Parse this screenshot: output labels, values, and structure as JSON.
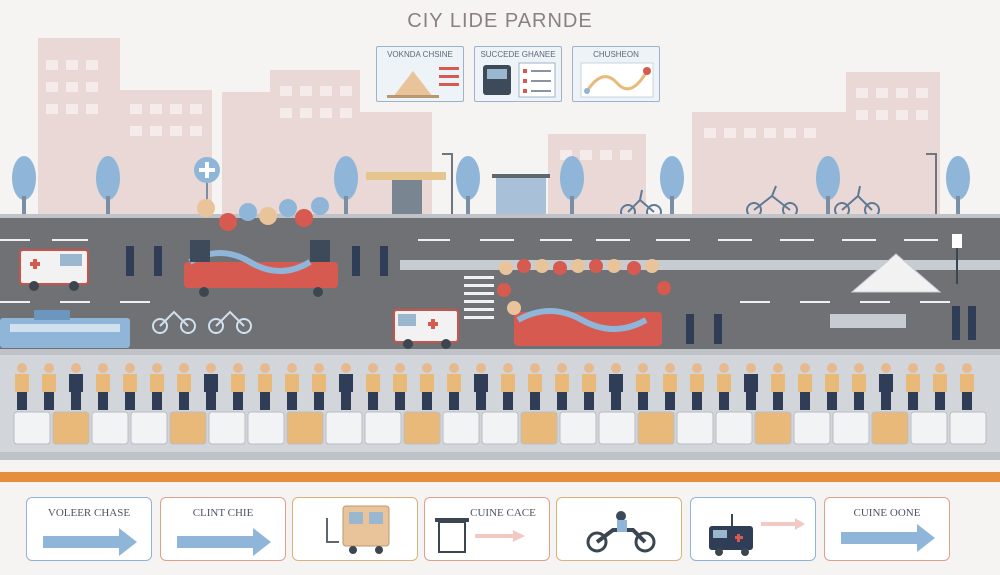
{
  "title": "CIY LIDE PARNDE",
  "top_cards": [
    {
      "label": "VOKNDA CHSINE",
      "icon": "tent-icon"
    },
    {
      "label": "SUCCEDE GHANEE",
      "icon": "van-checklist-icon"
    },
    {
      "label": "CHUSHEON",
      "icon": "route-map-icon"
    }
  ],
  "bottom_cards": [
    {
      "label": "VOLEER CHASE",
      "icon": "arrow-right-icon",
      "border": "#8fb4d6"
    },
    {
      "label": "CLINT CHIE",
      "icon": "arrow-right-icon",
      "border": "#e2a08c"
    },
    {
      "label": "",
      "icon": "food-cart-icon",
      "border": "#d7b37a"
    },
    {
      "label": "CUINE CACE",
      "icon": "trash-bin-icon",
      "border": "#e2a08c"
    },
    {
      "label": "",
      "icon": "motorcycle-icon",
      "border": "#d7b37a"
    },
    {
      "label": "",
      "icon": "police-van-icon",
      "border": "#8fb4d6"
    },
    {
      "label": "CUINE OONE",
      "icon": "arrow-right-icon",
      "border": "#e2a08c"
    }
  ],
  "colors": {
    "road": "#6f7175",
    "building": "#ead8d6",
    "float_red": "#d75a50",
    "barrier_orange": "#e9b97a",
    "curb_orange": "#e58f3c",
    "tree": "#8fb5d8"
  }
}
